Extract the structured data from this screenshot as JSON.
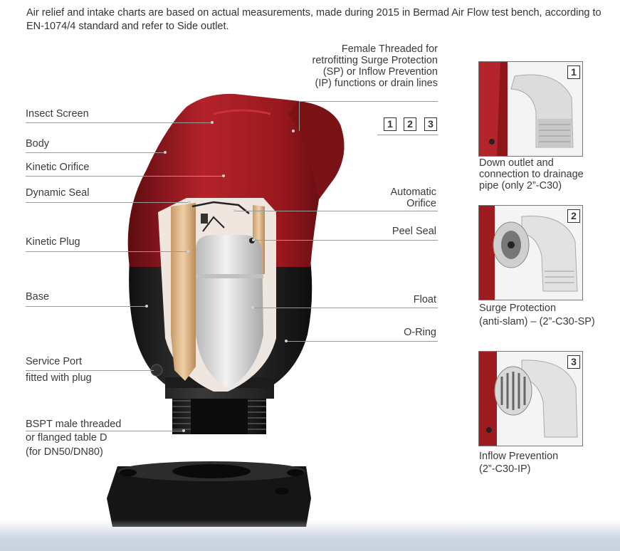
{
  "intro": "Air relief and intake charts are based on actual measurements, made during 2015 in Bermad Air Flow test bench, according to EN-1074/4 standard and refer to Side outlet.",
  "labels_left": {
    "insect_screen": "Insect Screen",
    "body": "Body",
    "kinetic_orifice": "Kinetic Orifice",
    "dynamic_seal": "Dynamic Seal",
    "kinetic_plug": "Kinetic Plug",
    "base": "Base",
    "service_port_1": "Service Port",
    "service_port_2": "fitted with plug",
    "bspt_1": "BSPT male threaded",
    "bspt_2": "or flanged table D",
    "bspt_3": "(for DN50/DN80)"
  },
  "labels_right": {
    "female_1": "Female Threaded for",
    "female_2": "retrofitting Surge Protection",
    "female_3": "(SP) or Inflow Prevention",
    "female_4": "(IP) functions or drain lines",
    "auto_1": "Automatic",
    "auto_2": "Orifice",
    "peel_seal": "Peel Seal",
    "float": "Float",
    "o_ring": "O-Ring"
  },
  "option_numbers": [
    "1",
    "2",
    "3"
  ],
  "options": [
    {
      "number": "1",
      "caption": [
        "Down outlet and",
        "connection to drainage",
        "pipe (only 2”-C30)"
      ]
    },
    {
      "number": "2",
      "caption": [
        "Surge Protection",
        "(anti-slam) – (2”-C30-SP)"
      ]
    },
    {
      "number": "3",
      "caption": [
        "Inflow Prevention",
        "(2”-C30-IP)"
      ]
    }
  ],
  "colors": {
    "body_red": "#9e1b1f",
    "base_black": "#2a2a2a",
    "float_grey": "#d8d8d8",
    "plug_tan": "#e8c49a"
  }
}
